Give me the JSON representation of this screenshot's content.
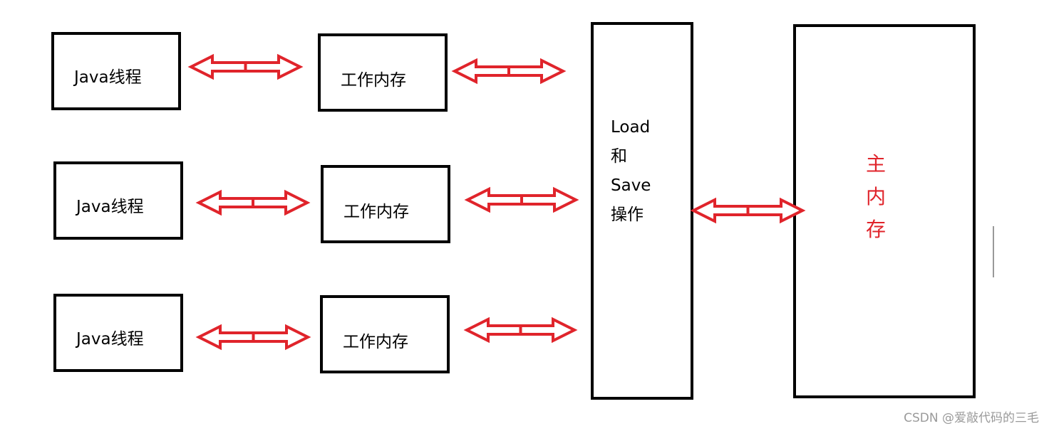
{
  "threads": [
    {
      "thread_label": "Java线程",
      "memory_label": "工作内存"
    },
    {
      "thread_label": "Java线程",
      "memory_label": "工作内存"
    },
    {
      "thread_label": "Java线程",
      "memory_label": "工作内存"
    }
  ],
  "load_save": {
    "lines": [
      "Load",
      "和",
      "Save",
      "操作"
    ]
  },
  "main_memory": {
    "lines": [
      "主",
      "内",
      "存"
    ],
    "color": "#e0242b"
  },
  "arrow_color": "#e0242b",
  "watermark": "CSDN @爱敲代码的三毛"
}
